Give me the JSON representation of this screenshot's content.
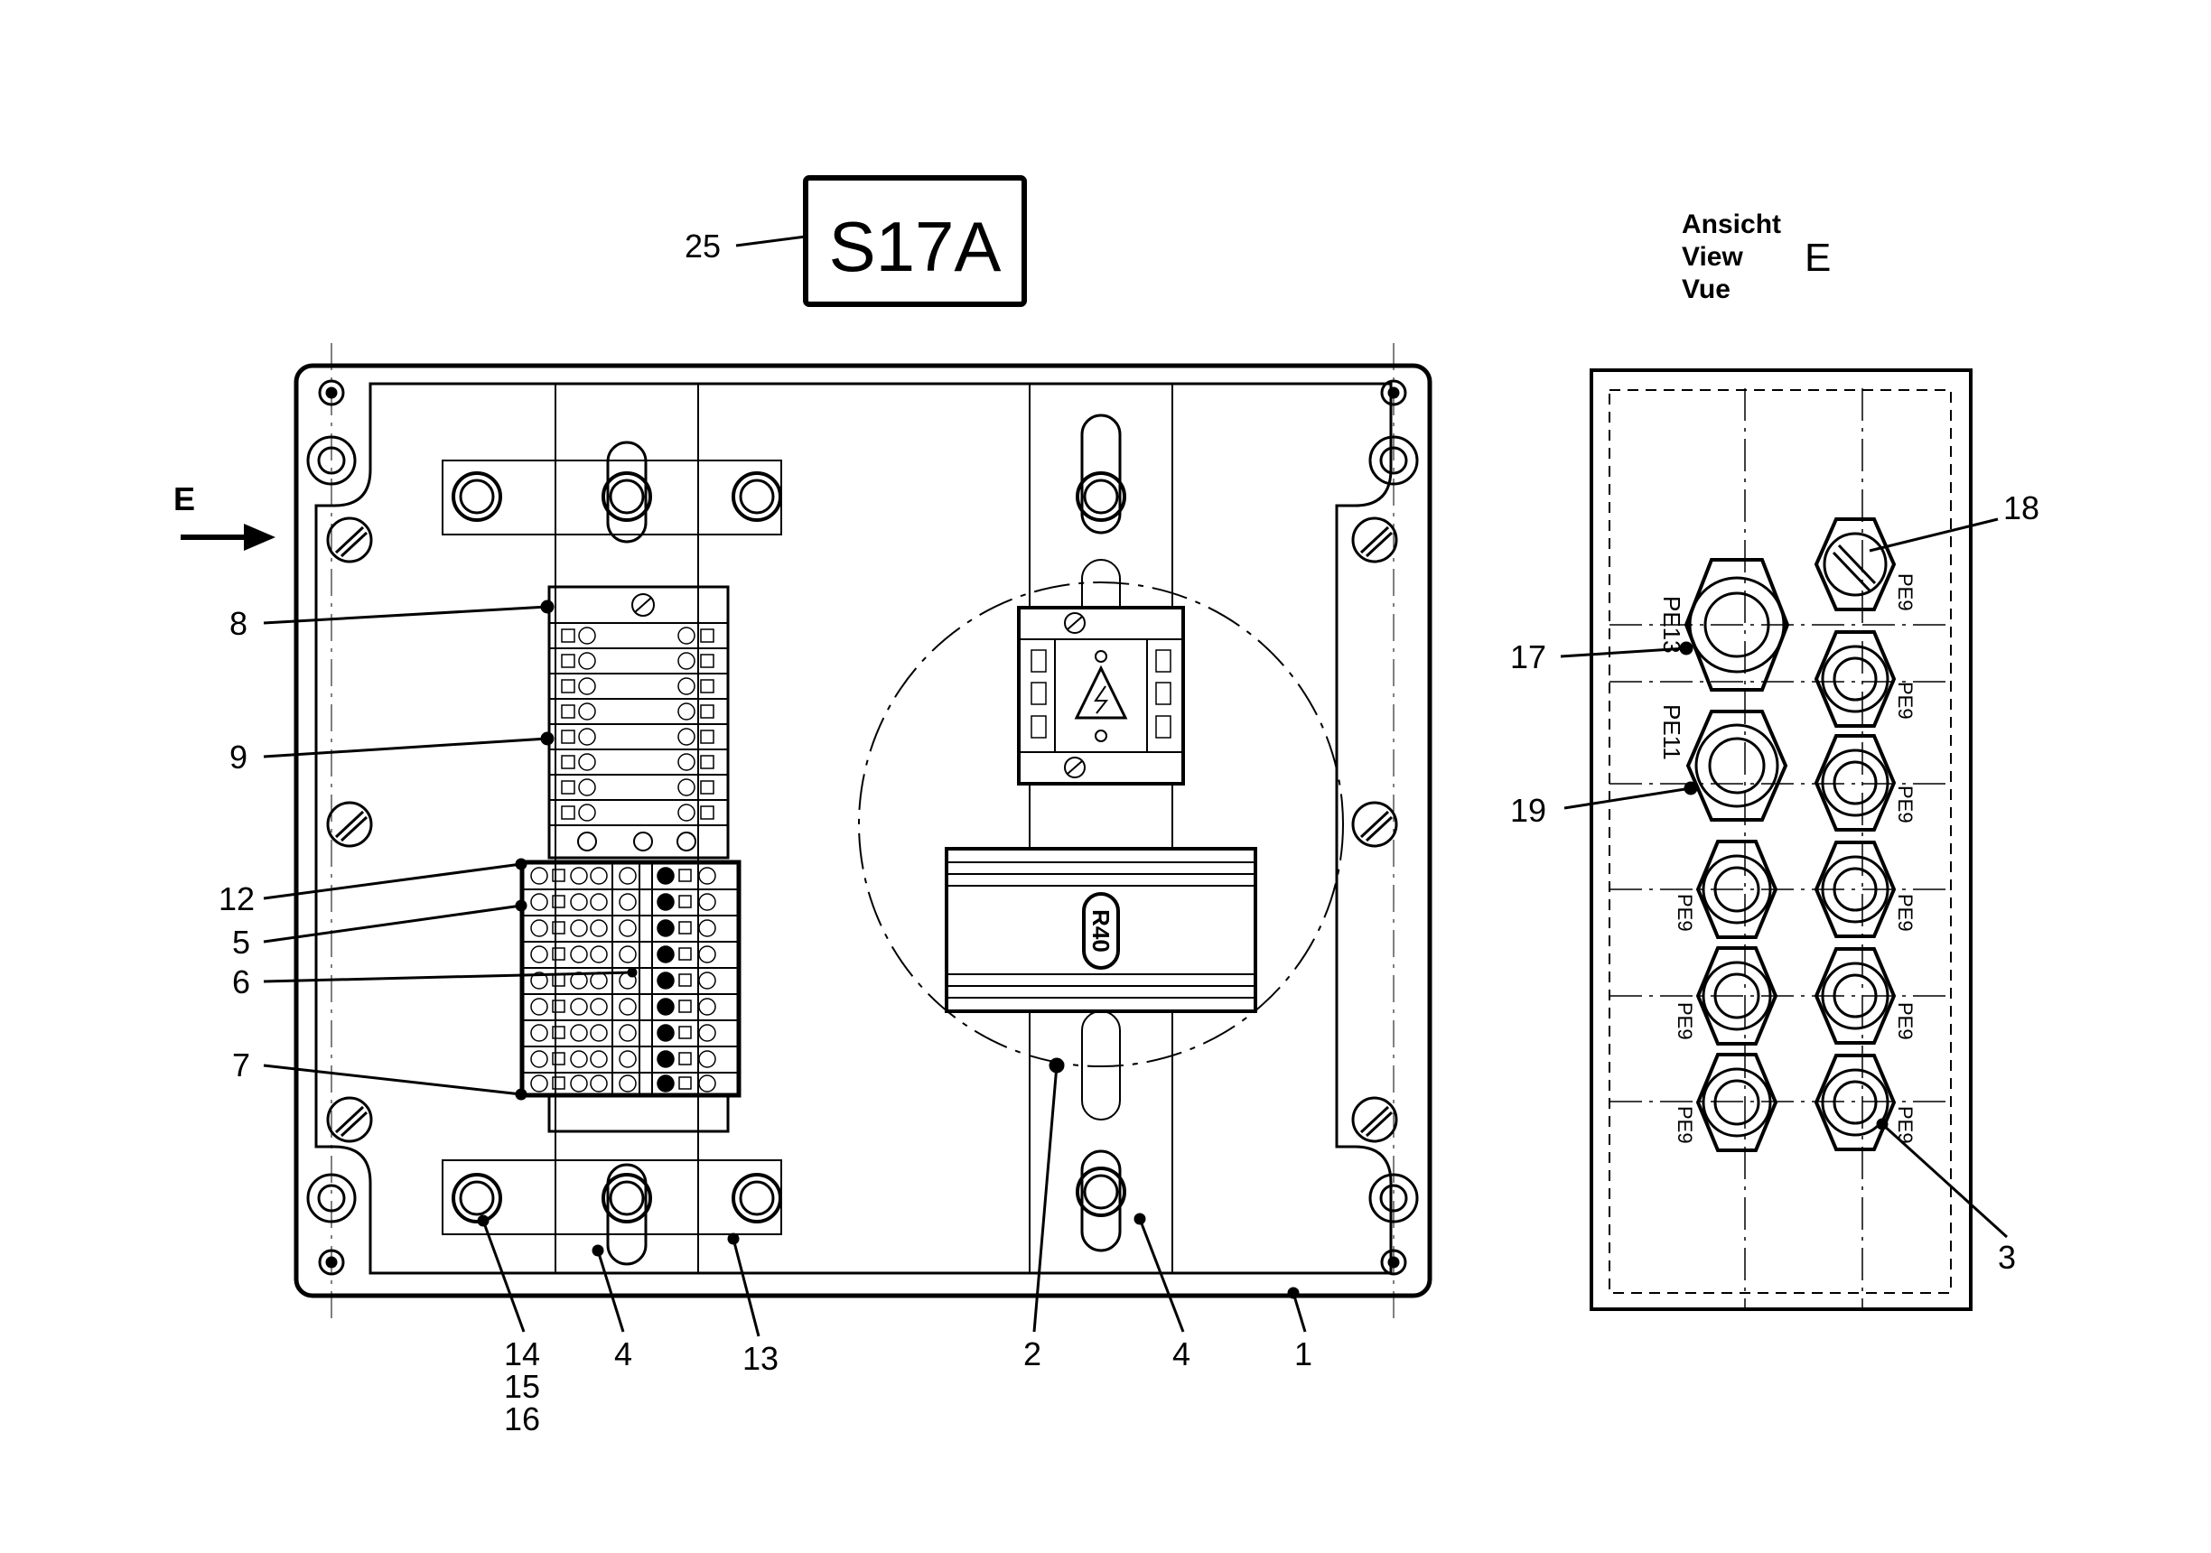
{
  "labels": {
    "tag": "S17A",
    "tag_ref": "25",
    "arrow_letter": "E",
    "r40": "R40",
    "view_de": "Ansicht",
    "view_en": "View",
    "view_fr": "Vue",
    "view_letter": "E"
  },
  "callouts": {
    "c8": "8",
    "c9": "9",
    "c12": "12",
    "c5": "5",
    "c6": "6",
    "c7": "7",
    "c14": "14",
    "c15": "15",
    "c16": "16",
    "c4a": "4",
    "c13": "13",
    "c2": "2",
    "c4b": "4",
    "c1": "1",
    "c17": "17",
    "c18": "18",
    "c19": "19",
    "c3": "3"
  },
  "glands": {
    "g1": "PE13",
    "g2": "PE9",
    "g3": "PE11",
    "g4": "PE9",
    "g5": "PE9",
    "g6": "PE9",
    "g7": "PE9",
    "g8": "PE9",
    "g9": "PE9",
    "g10": "PE9",
    "g11": "PE9"
  }
}
